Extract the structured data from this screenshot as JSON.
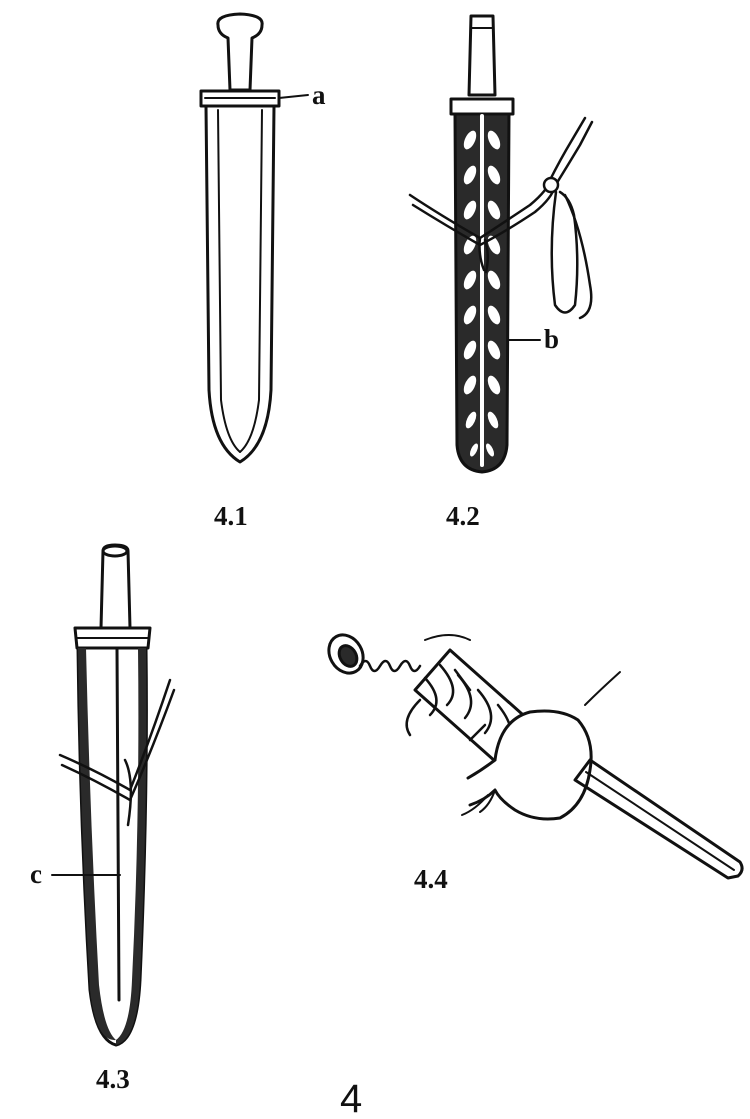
{
  "figure": {
    "number": "4",
    "panels": [
      {
        "label": "4.1",
        "callout": "a"
      },
      {
        "label": "4.2",
        "callout": "b"
      },
      {
        "label": "4.3",
        "callout": "c"
      },
      {
        "label": "4.4"
      }
    ]
  },
  "colors": {
    "ink": "#111111",
    "scabbard": "#2a2a2a",
    "paper": "#ffffff"
  }
}
